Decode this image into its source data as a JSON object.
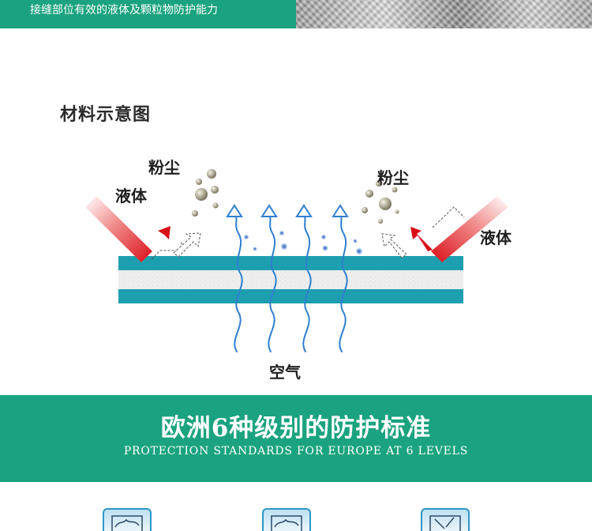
{
  "banner": {
    "caption": "接缝部位有效的液体及颗粒物防护能力"
  },
  "diagram": {
    "title": "材料示意图",
    "labels": {
      "dust_left": "粉尘",
      "liquid_left": "液体",
      "dust_right": "粉尘",
      "liquid_right": "液体",
      "air": "空气"
    }
  },
  "standards": {
    "title_cn": "欧洲6种级别的防护标准",
    "title_en": "PROTECTION STANDARDS FOR EUROPE AT 6 LEVELS"
  },
  "icons": [
    "standard-type-icon",
    "standard-type-icon",
    "standard-type-icon"
  ],
  "colors": {
    "brand_green": "#1aa37e",
    "layer_teal": "#1e9fb0",
    "liquid_red": "#e2141c",
    "air_blue": "#2f7fd0"
  }
}
